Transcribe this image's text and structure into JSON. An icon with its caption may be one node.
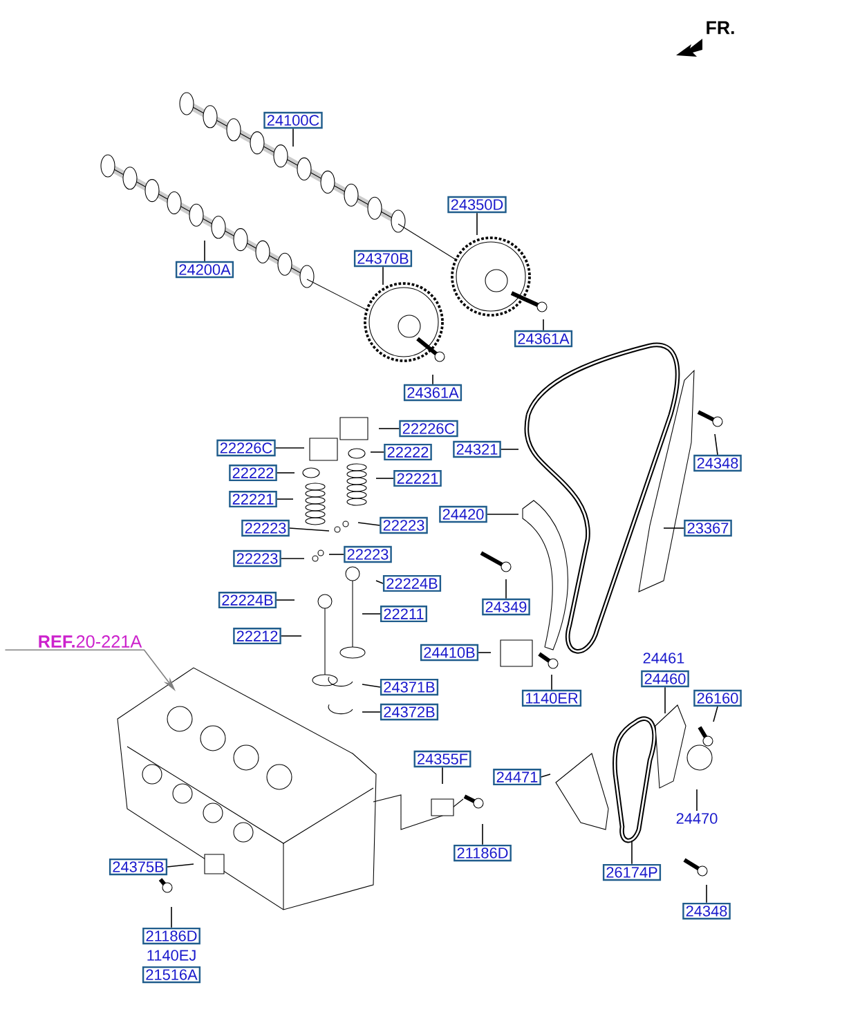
{
  "diagram": {
    "nodes": [
      {
        "text": [
          "24100C"
        ]
      },
      {
        "text": [
          "24350D"
        ]
      },
      {
        "text": [
          "24200A"
        ]
      },
      {
        "text": [
          "24370B"
        ]
      },
      {
        "text": [
          "24361A"
        ]
      },
      {
        "text": [
          "24361A"
        ]
      },
      {
        "text": [
          "22226C"
        ]
      },
      {
        "text": [
          "22226C"
        ]
      },
      {
        "text": [
          "22222"
        ]
      },
      {
        "text": [
          "22222"
        ]
      },
      {
        "text": [
          "22221"
        ]
      },
      {
        "text": [
          "24321"
        ]
      },
      {
        "text": [
          "24348"
        ]
      },
      {
        "text": [
          "22221"
        ]
      },
      {
        "text": [
          "22223"
        ]
      },
      {
        "text": [
          "22223"
        ]
      },
      {
        "text": [
          "24420"
        ]
      },
      {
        "text": [
          "23367"
        ]
      },
      {
        "text": [
          "22223"
        ]
      },
      {
        "text": [
          "22223"
        ]
      },
      {
        "text": [
          "22224B"
        ]
      },
      {
        "text": [
          "22224B"
        ]
      },
      {
        "text": [
          "24349"
        ]
      },
      {
        "text": [
          "22211"
        ]
      },
      {
        "text": [
          "22212"
        ]
      },
      {
        "text": [
          "24410B"
        ]
      },
      {
        "text": [
          "**REF.**20-221A"
        ]
      },
      {
        "text": [
          "1140ER"
        ]
      },
      {
        "text": [
          "24461"
        ]
      },
      {
        "text": [
          "24460"
        ]
      },
      {
        "text": [
          "26160"
        ]
      },
      {
        "text": [
          "24371B"
        ]
      },
      {
        "text": [
          "24372B"
        ]
      },
      {
        "text": [
          "24355F"
        ]
      },
      {
        "text": [
          "24471"
        ]
      },
      {
        "text": [
          "24470"
        ]
      },
      {
        "text": [
          "21186D"
        ]
      },
      {
        "text": [
          "26174P"
        ]
      },
      {
        "text": [
          "24375B"
        ]
      },
      {
        "text": [
          "24348"
        ]
      },
      {
        "text": [
          "21186D"
        ]
      },
      {
        "text": [
          "1140EJ"
        ]
      },
      {
        "text": [
          "21516A"
        ]
      }
    ],
    "edges": [
      {
        "from": 0,
        "to": null,
        "arrow": "none"
      },
      {
        "from": 1,
        "to": null,
        "arrow": "none"
      },
      {
        "from": 2,
        "to": null,
        "arrow": "none"
      },
      {
        "from": 3,
        "to": null,
        "arrow": "none"
      },
      {
        "from": 4,
        "to": null,
        "arrow": "none"
      },
      {
        "from": 5,
        "to": null,
        "arrow": "none"
      },
      {
        "from": 6,
        "to": null,
        "arrow": "none"
      },
      {
        "from": 7,
        "to": null,
        "arrow": "none"
      },
      {
        "from": 8,
        "to": null,
        "arrow": "none"
      },
      {
        "from": 9,
        "to": null,
        "arrow": "none"
      },
      {
        "from": 10,
        "to": null,
        "arrow": "none"
      },
      {
        "from": 11,
        "to": null,
        "arrow": "none"
      },
      {
        "from": 12,
        "to": null,
        "arrow": "none"
      },
      {
        "from": 13,
        "to": null,
        "arrow": "none"
      },
      {
        "from": 14,
        "to": null,
        "arrow": "none"
      },
      {
        "from": 15,
        "to": null,
        "arrow": "none"
      },
      {
        "from": 16,
        "to": null,
        "arrow": "none"
      },
      {
        "from": 17,
        "to": null,
        "arrow": "none"
      },
      {
        "from": 18,
        "to": null,
        "arrow": "none"
      },
      {
        "from": 19,
        "to": null,
        "arrow": "none"
      },
      {
        "from": 20,
        "to": null,
        "arrow": "none"
      },
      {
        "from": 21,
        "to": null,
        "arrow": "none"
      },
      {
        "from": 22,
        "to": null,
        "arrow": "none"
      },
      {
        "from": 23,
        "to": null,
        "arrow": "none"
      },
      {
        "from": 24,
        "to": null,
        "arrow": "none"
      },
      {
        "from": 25,
        "to": null,
        "arrow": "none"
      },
      {
        "from": 26,
        "to": null,
        "arrow": "to",
        "color": "#808080"
      },
      {
        "from": 27,
        "to": null,
        "arrow": "none"
      },
      {
        "from": 29,
        "to": null,
        "arrow": "none"
      },
      {
        "from": 30,
        "to": null,
        "arrow": "none"
      },
      {
        "from": 31,
        "to": null,
        "arrow": "none"
      },
      {
        "from": 32,
        "to": null,
        "arrow": "none"
      },
      {
        "from": 33,
        "to": null,
        "arrow": "none"
      },
      {
        "from": 34,
        "to": null,
        "arrow": "none"
      },
      {
        "from": 35,
        "to": null,
        "arrow": "none"
      },
      {
        "from": 36,
        "to": null,
        "arrow": "none"
      },
      {
        "from": 37,
        "to": null,
        "arrow": "none"
      },
      {
        "from": 38,
        "to": null,
        "arrow": "none"
      },
      {
        "from": 39,
        "to": null,
        "arrow": "none"
      },
      {
        "from": 40,
        "to": null,
        "arrow": "none"
      }
    ],
    "labels": [
      "FR."
    ]
  }
}
